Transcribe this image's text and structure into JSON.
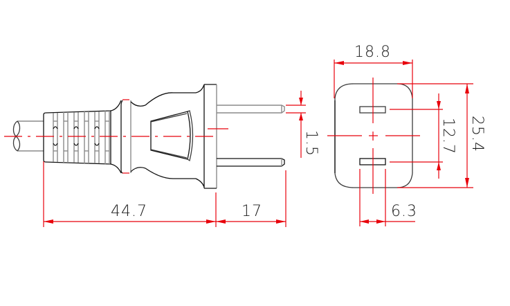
{
  "diagram": {
    "type": "technical drawing",
    "subject": "2-pin plug side view and socket face view",
    "units": "mm",
    "colors": {
      "outline": "#3a3a3a",
      "dimension": "#e8000b",
      "background": "#ffffff"
    },
    "side_view": {
      "dimensions": {
        "body_length": "44.7",
        "pin_length": "17",
        "pin_thickness": "1.5"
      }
    },
    "face_view": {
      "dimensions": {
        "width": "18.8",
        "height": "25.4",
        "slot_spacing": "12.7",
        "slot_width": "6.3"
      }
    }
  }
}
